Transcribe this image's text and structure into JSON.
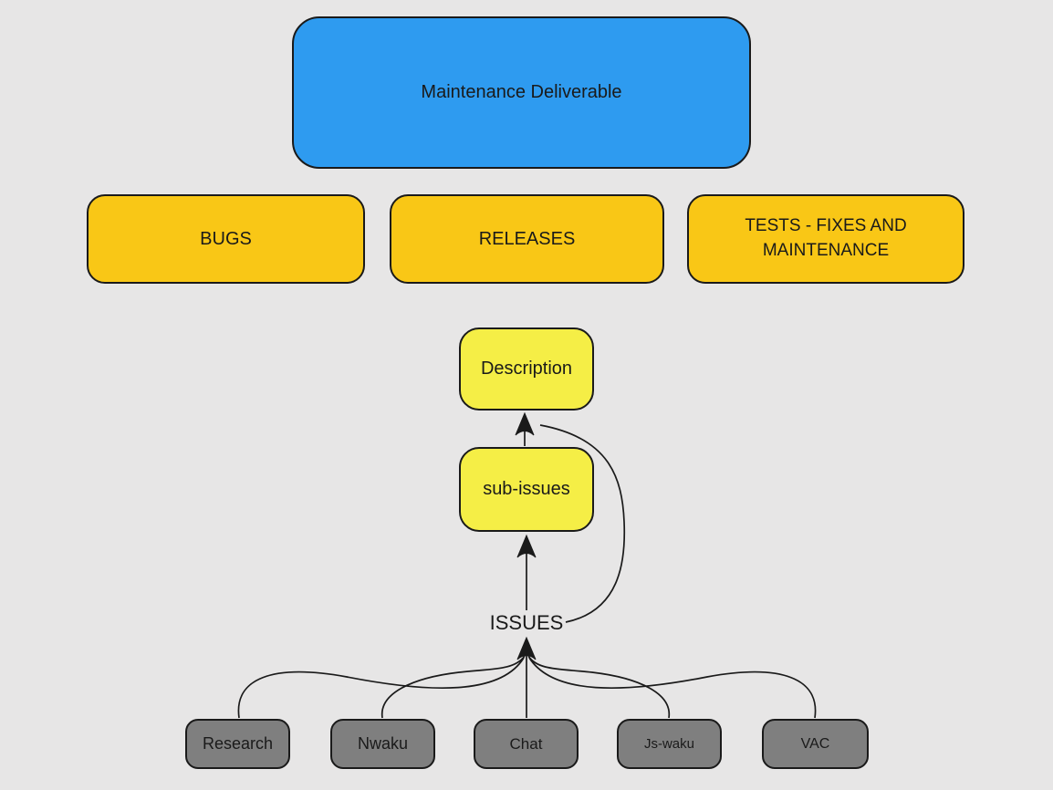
{
  "canvas": {
    "background": "#e7e6e6",
    "line_color": "#1a1a1a",
    "text_color": "#1a1a1a"
  },
  "nodes": {
    "maintenance_deliverable": {
      "label": "Maintenance Deliverable",
      "fill": "#2e9bf0"
    },
    "bugs": {
      "label": "BUGS",
      "fill": "#f9c716"
    },
    "releases": {
      "label": "RELEASES",
      "fill": "#f9c716"
    },
    "tests": {
      "label": "TESTS - FIXES AND MAINTENANCE",
      "fill": "#f9c716"
    },
    "description": {
      "label": "Description",
      "fill": "#f5ee46"
    },
    "sub_issues": {
      "label": "sub-issues",
      "fill": "#f5ee46"
    },
    "issues": {
      "label": "ISSUES"
    },
    "research": {
      "label": "Research",
      "fill": "#7f7f7f"
    },
    "nwaku": {
      "label": "Nwaku",
      "fill": "#7f7f7f"
    },
    "chat": {
      "label": "Chat",
      "fill": "#7f7f7f"
    },
    "js_waku": {
      "label": "Js-waku",
      "fill": "#7f7f7f"
    },
    "vac": {
      "label": "VAC",
      "fill": "#7f7f7f"
    }
  }
}
